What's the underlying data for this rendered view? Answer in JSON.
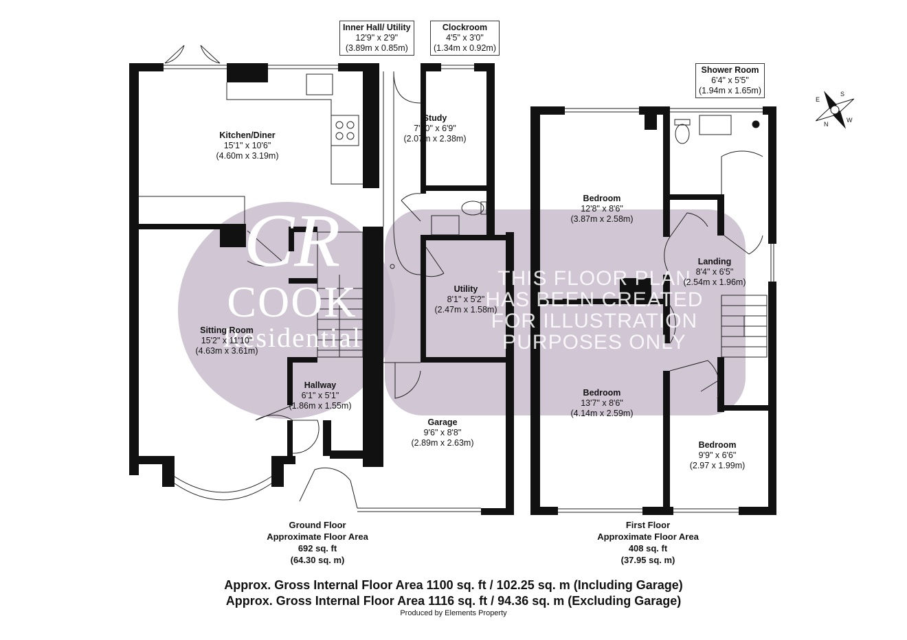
{
  "watermark": {
    "monogram": "CR",
    "brand_line1": "COOK",
    "brand_line2": "Residential",
    "notice_lines": [
      "THIS FLOOR PLAN",
      "HAS BEEN CREATED",
      "FOR ILLUSTRATION",
      "PURPOSES ONLY"
    ]
  },
  "ground_floor": {
    "rooms": [
      {
        "name": "Kitchen/Diner",
        "dims": "15'1\" x 10'6\"",
        "metric": "(4.60m x 3.19m)"
      },
      {
        "name": "Sitting Room",
        "dims": "15'2\" x 11'10\"",
        "metric": "(4.63m x 3.61m)"
      },
      {
        "name": "Hallway",
        "dims": "6'1\" x 5'1\"",
        "metric": "(1.86m x 1.55m)"
      },
      {
        "name": "Study",
        "dims": "7'10\" x 6'9\"",
        "metric": "(2.07m x 2.38m)"
      },
      {
        "name": "Utility",
        "dims": "8'1\" x 5'2\"",
        "metric": "(2.47m x 1.58m)"
      },
      {
        "name": "Garage",
        "dims": "9'6\" x 8'8\"",
        "metric": "(2.89m x 2.63m)"
      }
    ],
    "callouts": [
      {
        "name": "Inner Hall/ Utility",
        "dims": "12'9\" x 2'9\"",
        "metric": "(3.89m x 0.85m)"
      },
      {
        "name": "Clockroom",
        "dims": "4'5\" x 3'0\"",
        "metric": "(1.34m x 0.92m)"
      }
    ],
    "title": "Ground Floor",
    "subtitle": "Approximate Floor Area",
    "area_sqft": "692 sq. ft",
    "area_sqm": "(64.30 sq. m)"
  },
  "first_floor": {
    "rooms": [
      {
        "name": "Bedroom",
        "dims": "12'8\" x 8'6\"",
        "metric": "(3.87m x 2.58m)"
      },
      {
        "name": "Landing",
        "dims": "8'4\" x 6'5\"",
        "metric": "(2.54m x 1.96m)"
      },
      {
        "name": "Bedroom",
        "dims": "13'7\" x 8'6\"",
        "metric": "(4.14m x 2.59m)"
      },
      {
        "name": "Bedroom",
        "dims": "9'9\" x 6'6\"",
        "metric": "(2.97  x 1.99m)"
      }
    ],
    "callouts": [
      {
        "name": "Shower Room",
        "dims": "6'4\" x 5'5\"",
        "metric": "(1.94m x 1.65m)"
      }
    ],
    "title": "First Floor",
    "subtitle": "Approximate Floor Area",
    "area_sqft": "408 sq. ft",
    "area_sqm": "(37.95 sq. m)"
  },
  "compass": {
    "letters": [
      "S",
      "N",
      "E",
      "W"
    ]
  },
  "totals": {
    "incl_garage": "Approx. Gross Internal Floor Area 1100 sq. ft / 102.25 sq. m (Including Garage)",
    "excl_garage": "Approx. Gross Internal Floor Area 1116 sq. ft / 94.36 sq. m (Excluding Garage)"
  },
  "credit": "Produced by Elements Property",
  "colors": {
    "wall": "#111111",
    "watermark": "#c8bccd",
    "background": "#ffffff"
  }
}
